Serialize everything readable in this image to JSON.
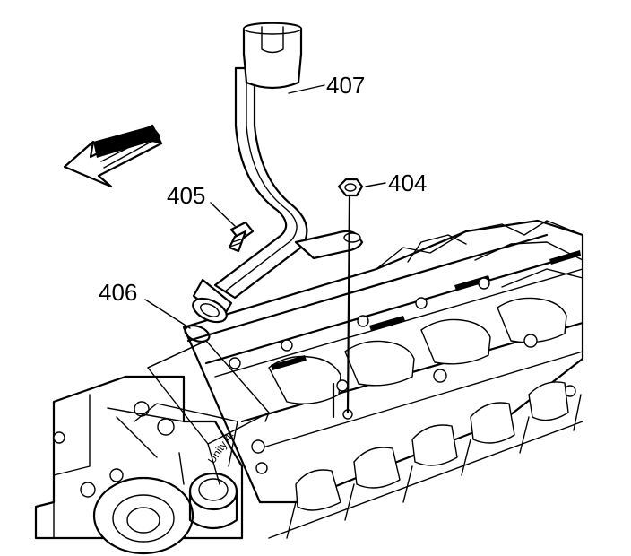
{
  "figure": {
    "callouts": [
      {
        "id": "407",
        "label": "407"
      },
      {
        "id": "404",
        "label": "404"
      },
      {
        "id": "405",
        "label": "405"
      },
      {
        "id": "406",
        "label": "406"
      }
    ],
    "tube_stamp": "Unity 4."
  }
}
